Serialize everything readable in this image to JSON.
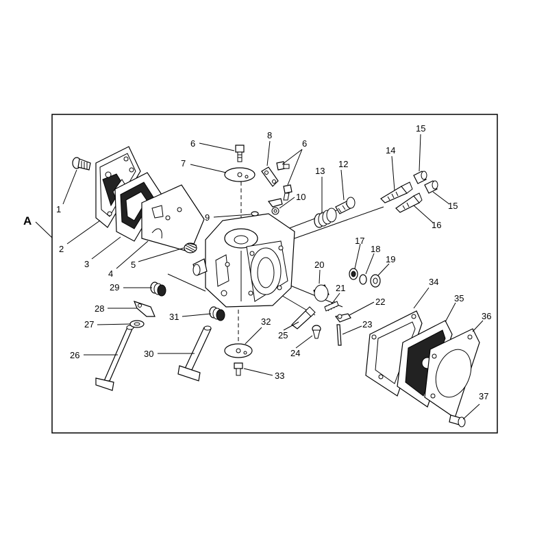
{
  "diagram": {
    "section_label": "A",
    "callouts": [
      {
        "id": "1",
        "text": "1"
      },
      {
        "id": "2",
        "text": "2"
      },
      {
        "id": "3",
        "text": "3"
      },
      {
        "id": "4",
        "text": "4"
      },
      {
        "id": "5",
        "text": "5"
      },
      {
        "id": "6a",
        "text": "6"
      },
      {
        "id": "6b",
        "text": "6"
      },
      {
        "id": "7",
        "text": "7"
      },
      {
        "id": "8",
        "text": "8"
      },
      {
        "id": "9",
        "text": "9"
      },
      {
        "id": "10",
        "text": "10"
      },
      {
        "id": "12",
        "text": "12"
      },
      {
        "id": "13",
        "text": "13"
      },
      {
        "id": "14",
        "text": "14"
      },
      {
        "id": "15a",
        "text": "15"
      },
      {
        "id": "15b",
        "text": "15"
      },
      {
        "id": "16",
        "text": "16"
      },
      {
        "id": "17",
        "text": "17"
      },
      {
        "id": "18",
        "text": "18"
      },
      {
        "id": "19",
        "text": "19"
      },
      {
        "id": "20",
        "text": "20"
      },
      {
        "id": "21",
        "text": "21"
      },
      {
        "id": "22",
        "text": "22"
      },
      {
        "id": "23",
        "text": "23"
      },
      {
        "id": "24",
        "text": "24"
      },
      {
        "id": "25",
        "text": "25"
      },
      {
        "id": "26",
        "text": "26"
      },
      {
        "id": "27",
        "text": "27"
      },
      {
        "id": "28",
        "text": "28"
      },
      {
        "id": "29",
        "text": "29"
      },
      {
        "id": "30",
        "text": "30"
      },
      {
        "id": "31",
        "text": "31"
      },
      {
        "id": "32",
        "text": "32"
      },
      {
        "id": "33",
        "text": "33"
      },
      {
        "id": "34",
        "text": "34"
      },
      {
        "id": "35",
        "text": "35"
      },
      {
        "id": "36",
        "text": "36"
      },
      {
        "id": "37",
        "text": "37"
      }
    ]
  }
}
